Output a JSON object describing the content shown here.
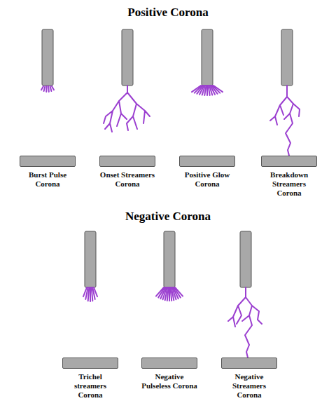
{
  "diagram": {
    "title": "Positive Corona",
    "nodes": [
      {
        "text": [
          "Burst Pulse Corona"
        ]
      },
      {
        "text": [
          "Onset Streamers Corona"
        ]
      },
      {
        "text": [
          "Positive Glow Corona"
        ]
      },
      {
        "text": [
          "Breakdown Streamers Corona"
        ]
      },
      {
        "text": [
          "Trichel streamers Corona"
        ]
      },
      {
        "text": [
          "Negative Pulseless Corona"
        ]
      },
      {
        "text": [
          "Negative Streamers Corona"
        ]
      }
    ],
    "labels": [
      "Negative Corona"
    ]
  }
}
